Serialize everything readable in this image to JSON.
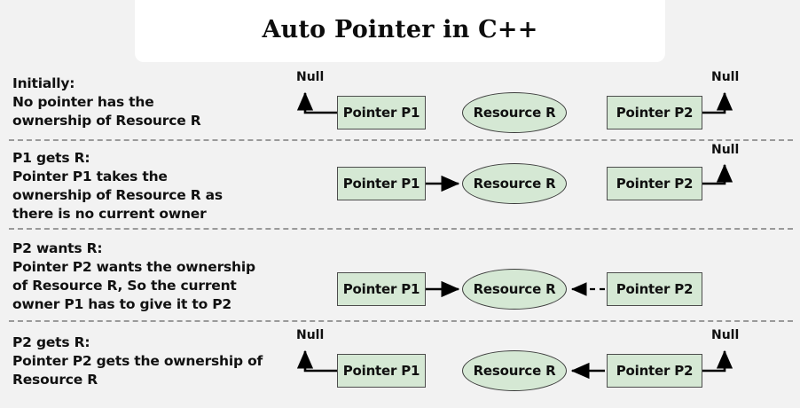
{
  "title": "Auto Pointer in C++",
  "colors": {
    "background": "#f2f2f2",
    "card": "#ffffff",
    "node_fill": "#d5e8d4",
    "node_stroke": "#4d4d4d",
    "edge": "#000000",
    "divider": "#9a9a9a",
    "text": "#111111"
  },
  "labels": {
    "pointer_p1": "Pointer P1",
    "pointer_p2": "Pointer P2",
    "resource_r": "Resource R",
    "null": "Null"
  },
  "rows": [
    {
      "id": "initially",
      "caption": "Initially:\nNo pointer has the\nownership of Resource R",
      "p1_label": "Pointer P1",
      "p2_label": "Pointer P2",
      "resource_label": "Resource R",
      "null_left": "Null",
      "null_right": "Null",
      "p1_target": "null-left",
      "p2_target": "null-right",
      "edge_style": "solid"
    },
    {
      "id": "p1-gets-r",
      "caption": "P1 gets R:\nPointer P1 takes the\nownership of Resource R as\nthere is no current owner",
      "p1_label": "Pointer P1",
      "p2_label": "Pointer P2",
      "resource_label": "Resource R",
      "null_right": "Null",
      "p1_target": "resource",
      "p2_target": "null-right",
      "edge_style": "solid"
    },
    {
      "id": "p2-wants-r",
      "caption": "P2 wants R:\nPointer P2 wants the ownership\nof Resource R, So the current\nowner P1 has to give it to P2",
      "p1_label": "Pointer P1",
      "p2_label": "Pointer P2",
      "resource_label": "Resource R",
      "p1_target": "resource",
      "p2_target": "resource",
      "edge_style": "dashed"
    },
    {
      "id": "p2-gets-r",
      "caption": "P2 gets R:\nPointer P2 gets the ownership of\nResource R",
      "p1_label": "Pointer P1",
      "p2_label": "Pointer P2",
      "resource_label": "Resource R",
      "null_left": "Null",
      "null_right": "Null",
      "p1_target": "null-left",
      "p2_target": "resource",
      "p2_null_target": "null-right",
      "edge_style": "solid"
    }
  ]
}
